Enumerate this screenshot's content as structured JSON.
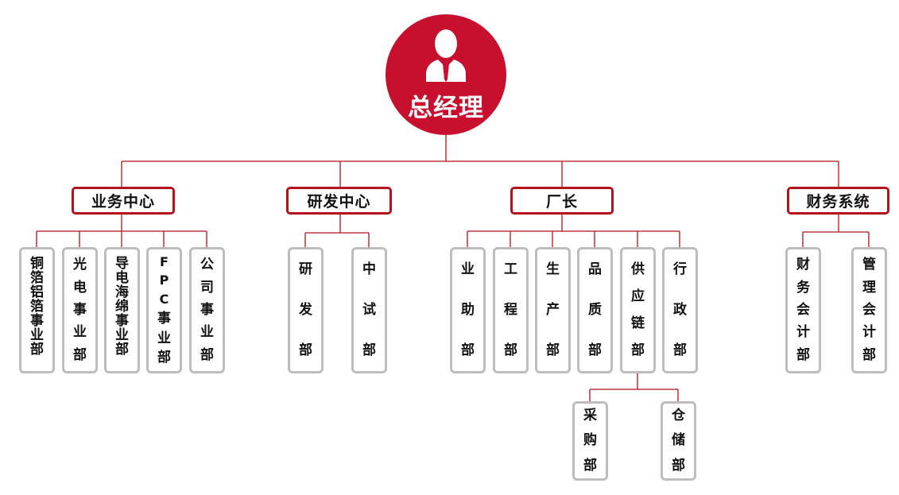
{
  "ceo": {
    "title": "总经理",
    "icon": "person-suit-icon"
  },
  "colors": {
    "accent": "#c8102e",
    "line": "#b5121b",
    "box_border": "#bdbdbd"
  },
  "centers": [
    {
      "name": "业务中心",
      "departments": [
        "铜箔铝箔事业部",
        "光电事业部",
        "导电海绵事业部",
        "FPC事业部",
        "公司事业部"
      ]
    },
    {
      "name": "研发中心",
      "departments": [
        "研发部",
        "中试部"
      ]
    },
    {
      "name": "厂长",
      "departments": [
        "业助部",
        "工程部",
        "生产部",
        "品质部",
        "供应链部",
        "行政部"
      ],
      "sub_departments": [
        "采购部",
        "仓储部"
      ]
    },
    {
      "name": "财务系统",
      "departments": [
        "财务会计部",
        "管理会计部"
      ]
    }
  ]
}
